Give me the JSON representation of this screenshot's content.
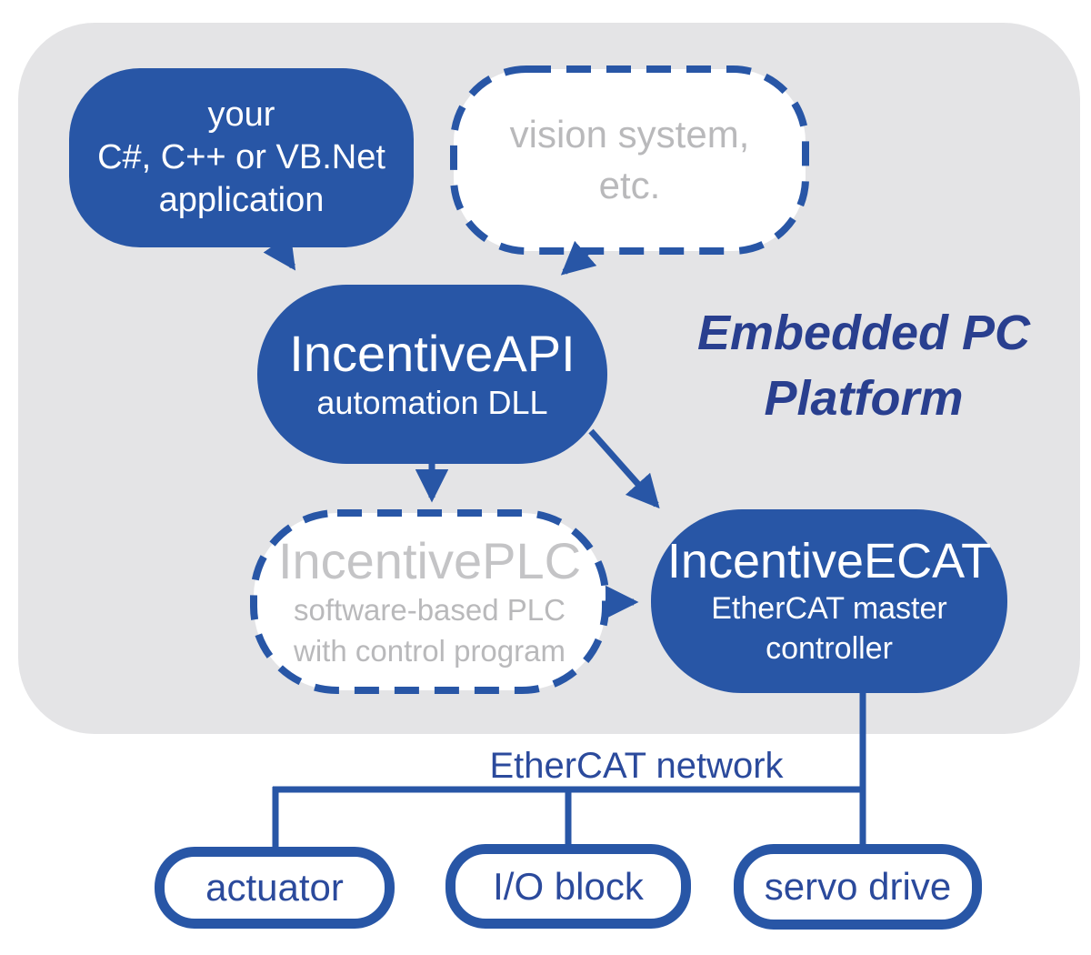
{
  "colors": {
    "blue": "#2856a6",
    "navy": "#293f8f",
    "panel": "#e4e4e6",
    "muted": "#b9b9bb",
    "text_blue": "#2b4a9c"
  },
  "platform": {
    "line1": "Embedded PC",
    "line2": "Platform"
  },
  "nodes": {
    "application": {
      "lines": [
        "your",
        "C#, C++ or VB.Net",
        "application"
      ]
    },
    "vision": {
      "lines": [
        "vision system,",
        "etc."
      ]
    },
    "api": {
      "title": "IncentiveAPI",
      "subtitle": "automation DLL"
    },
    "plc": {
      "title": "IncentivePLC",
      "subtitle_lines": [
        "software-based PLC",
        "with control program"
      ]
    },
    "ecat": {
      "title": "IncentiveECAT",
      "subtitle_lines": [
        "EtherCAT master",
        "controller"
      ]
    }
  },
  "network": {
    "label": "EtherCAT network",
    "devices": [
      "actuator",
      "I/O block",
      "servo drive"
    ]
  }
}
